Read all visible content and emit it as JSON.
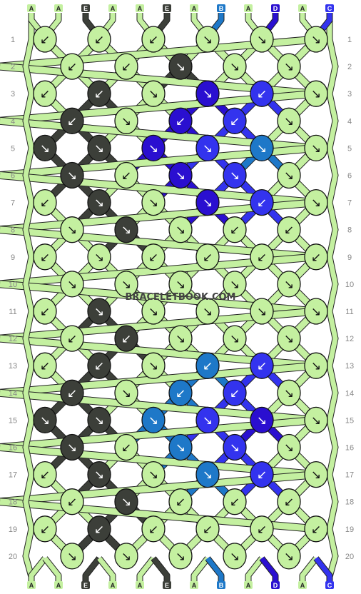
{
  "watermark": "BRACELETBOOK.COM",
  "colors": {
    "A": "#c4f0a0",
    "E": "#3c3f39",
    "B": "#1e78c8",
    "D": "#2a0fd0",
    "C": "#3333ee"
  },
  "threads_top": [
    "A",
    "A",
    "E",
    "A",
    "A",
    "E",
    "A",
    "B",
    "A",
    "D",
    "A",
    "C"
  ],
  "threads_bottom": [
    "A",
    "A",
    "E",
    "A",
    "A",
    "E",
    "A",
    "B",
    "A",
    "D",
    "A",
    "C"
  ],
  "rows": [
    "1",
    "2",
    "3",
    "4",
    "5",
    "6",
    "7",
    "8",
    "9",
    "10",
    "11",
    "12",
    "13",
    "14",
    "15",
    "16",
    "17",
    "18",
    "19",
    "20"
  ],
  "knot_colors": [
    [
      "A",
      "A",
      "A",
      "A",
      "A",
      "A"
    ],
    [
      "A",
      "A",
      "E",
      "A",
      "A",
      "A"
    ],
    [
      "A",
      "E",
      "A",
      "D",
      "C",
      "A"
    ],
    [
      "E",
      "A",
      "D",
      "C",
      "A",
      "A"
    ],
    [
      "E",
      "E",
      "D",
      "C",
      "B",
      "A"
    ],
    [
      "E",
      "A",
      "D",
      "C",
      "A",
      "A"
    ],
    [
      "A",
      "E",
      "A",
      "D",
      "C",
      "A"
    ],
    [
      "A",
      "E",
      "A",
      "A",
      "A",
      "A"
    ],
    [
      "A",
      "A",
      "A",
      "A",
      "A",
      "A"
    ],
    [
      "A",
      "A",
      "A",
      "A",
      "A",
      "A"
    ],
    [
      "A",
      "E",
      "A",
      "A",
      "A",
      "A"
    ],
    [
      "A",
      "E",
      "A",
      "A",
      "A",
      "A"
    ],
    [
      "A",
      "E",
      "A",
      "B",
      "C",
      "A"
    ],
    [
      "E",
      "A",
      "B",
      "C",
      "A",
      "A"
    ],
    [
      "E",
      "E",
      "B",
      "C",
      "D",
      "A"
    ],
    [
      "E",
      "A",
      "B",
      "C",
      "A",
      "A"
    ],
    [
      "A",
      "E",
      "A",
      "B",
      "C",
      "A"
    ],
    [
      "A",
      "E",
      "A",
      "A",
      "A",
      "A"
    ],
    [
      "A",
      "E",
      "A",
      "A",
      "A",
      "A"
    ],
    [
      "A",
      "A",
      "A",
      "A",
      "A"
    ]
  ],
  "knot_arrows": [
    [
      "↙",
      "↙",
      "↙",
      "↘",
      "↘",
      "↘"
    ],
    [
      "↙",
      "↙",
      "↘",
      "↘",
      "↘"
    ],
    [
      "↙",
      "↙",
      "↘",
      "↘",
      "↙",
      "↘"
    ],
    [
      "↙",
      "↘",
      "↙",
      "↙",
      "↘"
    ],
    [
      "↘",
      "↘",
      "↘",
      "↘",
      "↘",
      "↘"
    ],
    [
      "↘",
      "↙",
      "↘",
      "↘",
      "↘"
    ],
    [
      "↙",
      "↘",
      "↘",
      "↘",
      "↙",
      "↘"
    ],
    [
      "↘",
      "↘",
      "↘",
      "↙",
      "↙"
    ],
    [
      "↙",
      "↘",
      "↙",
      "↙",
      "↙",
      "↙"
    ],
    [
      "↘",
      "↘",
      "↘",
      "↘",
      "↘"
    ],
    [
      "↙",
      "↘",
      "↘",
      "↘",
      "↘",
      "↘"
    ],
    [
      "↙",
      "↙",
      "↘",
      "↘",
      "↘"
    ],
    [
      "↙",
      "↙",
      "↘",
      "↙",
      "↙",
      "↘"
    ],
    [
      "↙",
      "↘",
      "↙",
      "↙",
      "↘"
    ],
    [
      "↘",
      "↘",
      "↘",
      "↘",
      "↘",
      "↘"
    ],
    [
      "↘",
      "↙",
      "↘",
      "↘",
      "↘"
    ],
    [
      "↙",
      "↘",
      "↘",
      "↘",
      "↙",
      "↘"
    ],
    [
      "↙",
      "↘",
      "↙",
      "↙",
      "↙"
    ],
    [
      "↙",
      "↙",
      "↙",
      "↙",
      "↙",
      "↙"
    ],
    [
      "↘",
      "↘",
      "↘",
      "↘",
      "↘"
    ]
  ]
}
